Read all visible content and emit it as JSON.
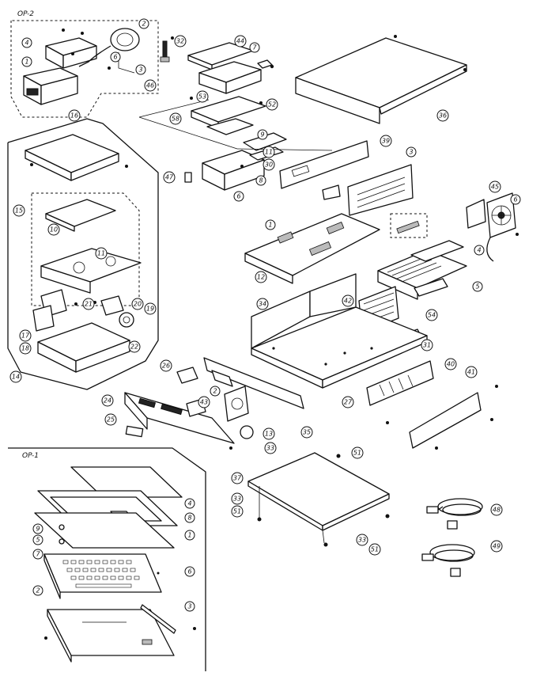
{
  "groups": {
    "op2": "OP-2",
    "op1": "OP-1"
  },
  "callouts": [
    {
      "id": "op2-2",
      "label": "2"
    },
    {
      "id": "op2-4",
      "label": "4"
    },
    {
      "id": "op2-1",
      "label": "1"
    },
    {
      "id": "op2-6",
      "label": "6"
    },
    {
      "id": "op2-3",
      "label": "3"
    },
    {
      "id": "p46",
      "label": "46"
    },
    {
      "id": "p32a",
      "label": "32"
    },
    {
      "id": "p44",
      "label": "44"
    },
    {
      "id": "p7",
      "label": "7"
    },
    {
      "id": "p58",
      "label": "58"
    },
    {
      "id": "p53",
      "label": "53"
    },
    {
      "id": "p52",
      "label": "52"
    },
    {
      "id": "p11",
      "label": "11"
    },
    {
      "id": "p9",
      "label": "9"
    },
    {
      "id": "p30",
      "label": "30"
    },
    {
      "id": "p8",
      "label": "8"
    },
    {
      "id": "p6a",
      "label": "6"
    },
    {
      "id": "p47",
      "label": "47"
    },
    {
      "id": "p36",
      "label": "36"
    },
    {
      "id": "p39",
      "label": "39"
    },
    {
      "id": "p3",
      "label": "3"
    },
    {
      "id": "p45",
      "label": "45"
    },
    {
      "id": "p6b",
      "label": "6"
    },
    {
      "id": "p16",
      "label": "16"
    },
    {
      "id": "p15",
      "label": "15"
    },
    {
      "id": "p11b",
      "label": "11"
    },
    {
      "id": "p10",
      "label": "10"
    },
    {
      "id": "p21",
      "label": "21"
    },
    {
      "id": "p19",
      "label": "19"
    },
    {
      "id": "p20",
      "label": "20"
    },
    {
      "id": "p17",
      "label": "17"
    },
    {
      "id": "p18",
      "label": "18"
    },
    {
      "id": "p22",
      "label": "22"
    },
    {
      "id": "p14",
      "label": "14"
    },
    {
      "id": "p1",
      "label": "1"
    },
    {
      "id": "p4",
      "label": "4"
    },
    {
      "id": "p5",
      "label": "5"
    },
    {
      "id": "p12",
      "label": "12"
    },
    {
      "id": "p34",
      "label": "34"
    },
    {
      "id": "p42",
      "label": "42"
    },
    {
      "id": "p54",
      "label": "54"
    },
    {
      "id": "p31",
      "label": "31"
    },
    {
      "id": "p26",
      "label": "26"
    },
    {
      "id": "p24",
      "label": "24"
    },
    {
      "id": "p25",
      "label": "25"
    },
    {
      "id": "p43",
      "label": "43"
    },
    {
      "id": "p2",
      "label": "2"
    },
    {
      "id": "p13",
      "label": "13"
    },
    {
      "id": "p35",
      "label": "35"
    },
    {
      "id": "p27",
      "label": "27"
    },
    {
      "id": "p40",
      "label": "40"
    },
    {
      "id": "p41",
      "label": "41"
    },
    {
      "id": "p33",
      "label": "33"
    },
    {
      "id": "p51a",
      "label": "51"
    },
    {
      "id": "p37",
      "label": "37"
    },
    {
      "id": "p33b",
      "label": "33"
    },
    {
      "id": "p51b",
      "label": "51"
    },
    {
      "id": "p33c",
      "label": "33"
    },
    {
      "id": "p51c",
      "label": "51"
    },
    {
      "id": "p48",
      "label": "48"
    },
    {
      "id": "p49",
      "label": "49"
    },
    {
      "id": "op1-4",
      "label": "4"
    },
    {
      "id": "op1-8",
      "label": "8"
    },
    {
      "id": "op1-1",
      "label": "1"
    },
    {
      "id": "op1-9",
      "label": "9"
    },
    {
      "id": "op1-5",
      "label": "5"
    },
    {
      "id": "op1-7",
      "label": "7"
    },
    {
      "id": "op1-6",
      "label": "6"
    },
    {
      "id": "op1-2",
      "label": "2"
    },
    {
      "id": "op1-3",
      "label": "3"
    }
  ]
}
